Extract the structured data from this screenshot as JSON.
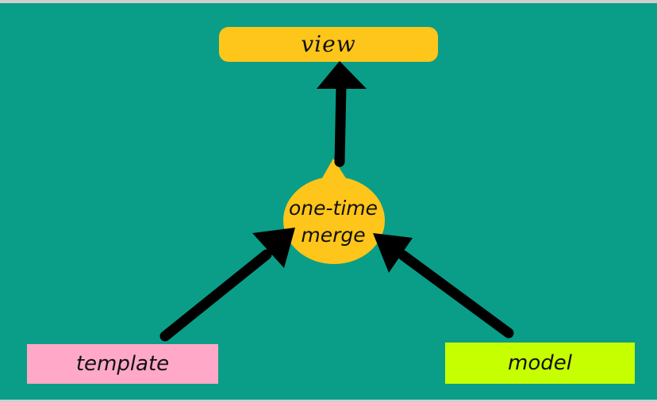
{
  "nodes": {
    "view": {
      "label": "view"
    },
    "merge": {
      "label_line1": "one-time",
      "label_line2": "merge"
    },
    "template": {
      "label": "template"
    },
    "model": {
      "label": "model"
    }
  },
  "colors": {
    "background": "#0a9e88",
    "view": "#fec51a",
    "merge": "#fec51a",
    "template": "#ffa8c8",
    "model": "#c6ff00",
    "arrows": "#000000"
  }
}
